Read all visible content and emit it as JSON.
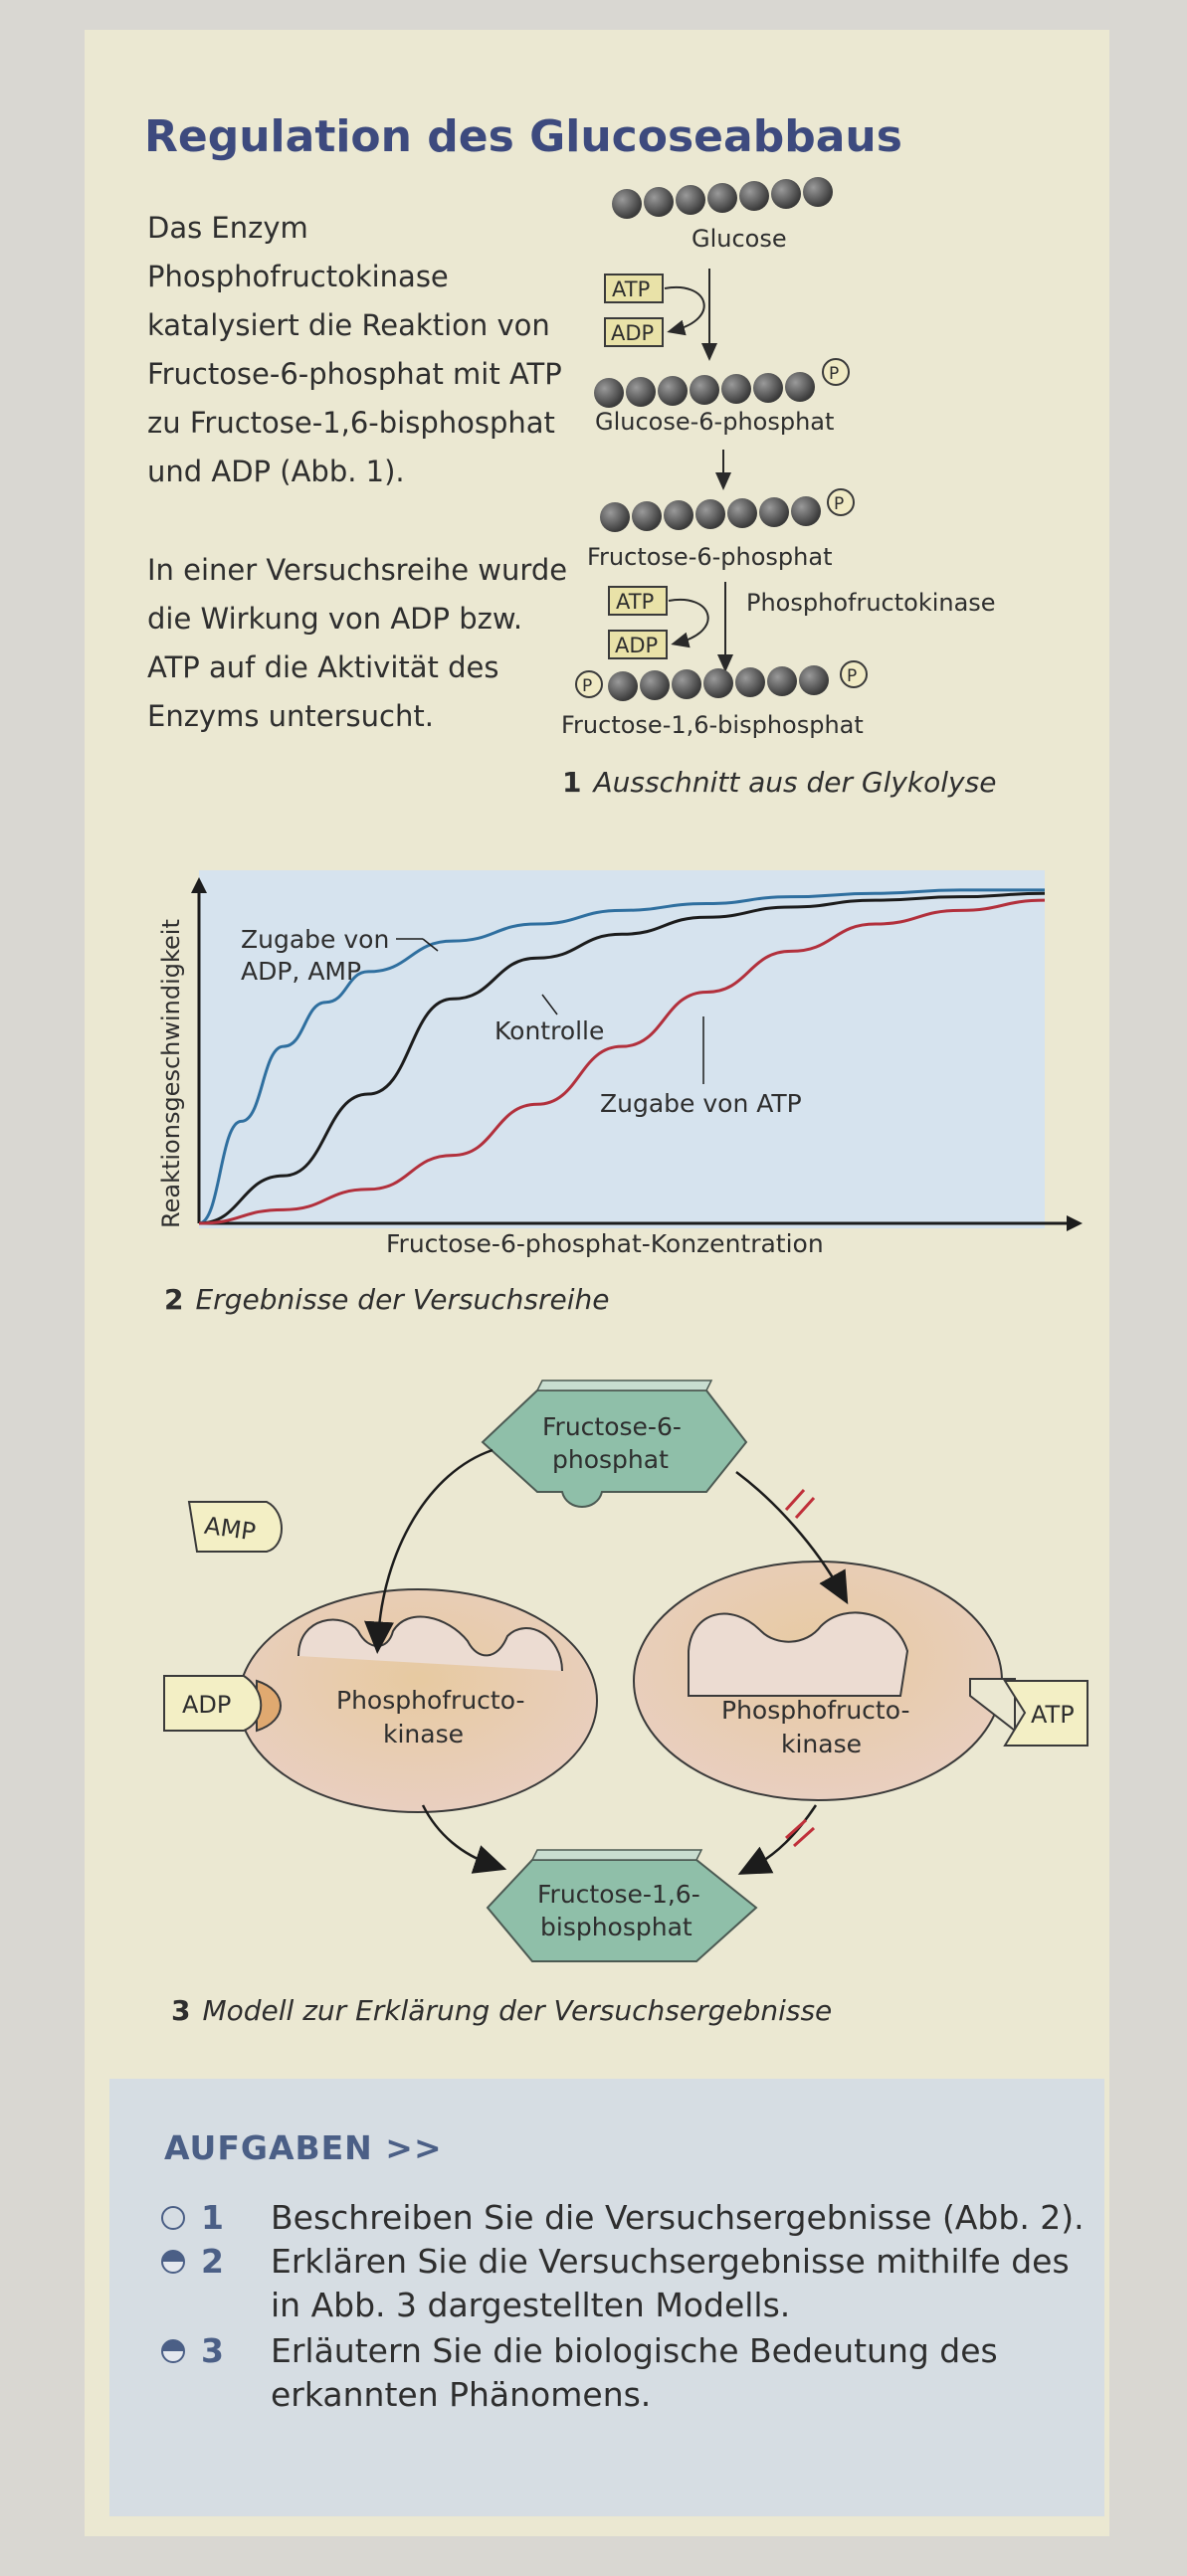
{
  "title": "Regulation des Glucoseabbaus",
  "intro": {
    "p1": "Das Enzym Phosphofructokinase katalysiert die Reaktion von Fructose-6-phosphat mit ATP zu Fructose-1,6-bisphosphat und ADP (Abb. 1).",
    "p2": "In einer Versuchsreihe wurde die Wirkung von ADP bzw. ATP auf die Aktivität des Enzyms untersucht."
  },
  "fig1": {
    "glucose": "Glucose",
    "atp": "ATP",
    "adp": "ADP",
    "g6p": "Glucose-6-phosphat",
    "f6p": "Fructose-6-phosphat",
    "enzyme": "Phosphofructokinase",
    "f16bp": "Fructose-1,6-bisphosphat",
    "p": "P",
    "caption_num": "1",
    "caption": "Ausschnitt aus der Glykolyse"
  },
  "fig2": {
    "caption_num": "2",
    "caption": "Ergebnisse der Versuchsreihe"
  },
  "chart_data": {
    "type": "line",
    "xlabel": "Fructose-6-phosphat-Konzentration",
    "ylabel": "Reaktionsgeschwindigkeit",
    "xlim": [
      0,
      10
    ],
    "ylim": [
      0,
      1
    ],
    "grid": false,
    "series": [
      {
        "name": "Zugabe von ADP, AMP",
        "color": "#2f6f9f",
        "x": [
          0,
          0.5,
          1,
          1.5,
          2,
          3,
          4,
          5,
          6,
          7,
          8,
          9,
          10
        ],
        "y": [
          0,
          0.3,
          0.52,
          0.65,
          0.74,
          0.83,
          0.88,
          0.92,
          0.94,
          0.96,
          0.97,
          0.98,
          0.98
        ]
      },
      {
        "name": "Kontrolle",
        "color": "#1c1c1c",
        "x": [
          0,
          1,
          2,
          3,
          4,
          5,
          6,
          7,
          8,
          9,
          10
        ],
        "y": [
          0,
          0.14,
          0.38,
          0.66,
          0.78,
          0.85,
          0.9,
          0.93,
          0.95,
          0.96,
          0.97
        ]
      },
      {
        "name": "Zugabe von ATP",
        "color": "#b2303c",
        "x": [
          0,
          1,
          2,
          3,
          4,
          5,
          6,
          7,
          8,
          9,
          10
        ],
        "y": [
          0,
          0.04,
          0.1,
          0.2,
          0.35,
          0.52,
          0.68,
          0.8,
          0.88,
          0.92,
          0.95
        ]
      }
    ]
  },
  "fig3": {
    "f6p": "Fructose-6-phosphat",
    "amp": "AMP",
    "adp": "ADP",
    "atp": "ATP",
    "enzyme": "Phosphofructokinase",
    "f16bp": "Fructose-1,6-bisphosphat",
    "caption_num": "3",
    "caption": "Modell zur Erklärung der Versuchsergebnisse"
  },
  "aufgaben": {
    "heading": "AUFGABEN >>",
    "tasks": [
      {
        "num": "1",
        "text": "Beschreiben Sie die Versuchsergebnisse (Abb. 2)."
      },
      {
        "num": "2",
        "text": "Erklären Sie die Versuchsergebnisse mithilfe des in Abb. 3 dargestellten Modells."
      },
      {
        "num": "3",
        "text": "Erläutern Sie die biologische Bedeutung des erkannten Phänomens."
      }
    ]
  }
}
